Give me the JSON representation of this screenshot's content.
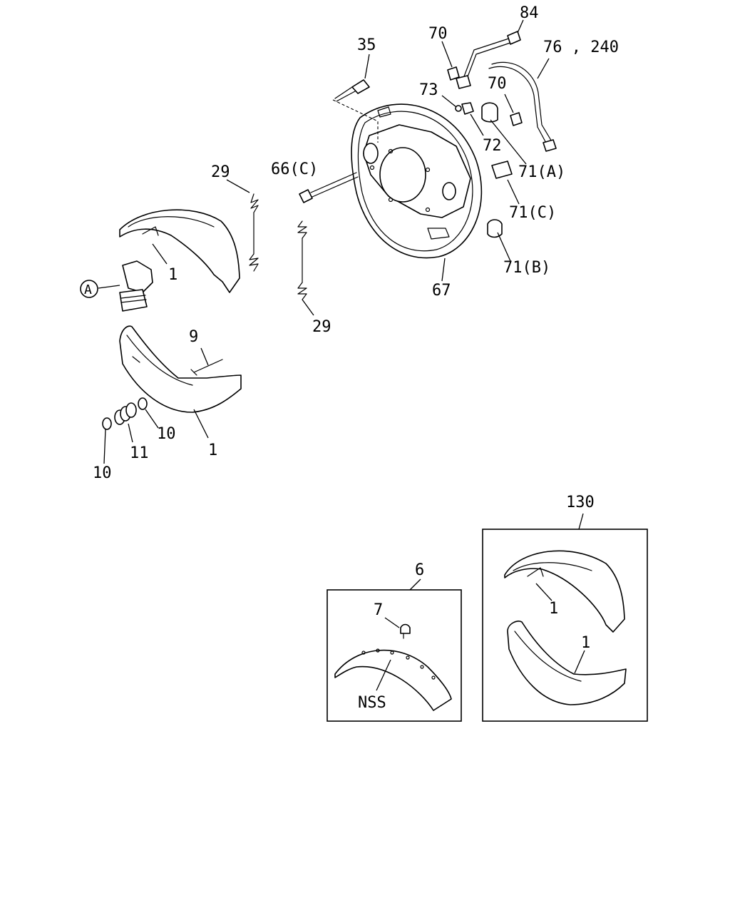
{
  "callouts": {
    "c84": "84",
    "c70a": "70",
    "c35": "35",
    "c76_240": "76 , 240",
    "c73": "73",
    "c70b": "70",
    "c72": "72",
    "c71a": "71(A)",
    "c29a": "29",
    "c66c": "66(C)",
    "c71c": "71(C)",
    "c1a": "1",
    "c71b": "71(B)",
    "c67": "67",
    "c29b": "29",
    "c9": "9",
    "c10a": "10",
    "c11": "11",
    "c1b": "1",
    "c10b": "10",
    "c130": "130",
    "c6": "6",
    "c7": "7",
    "cnss": "NSS",
    "c1c": "1",
    "c1d": "1",
    "circle_a": "A"
  }
}
